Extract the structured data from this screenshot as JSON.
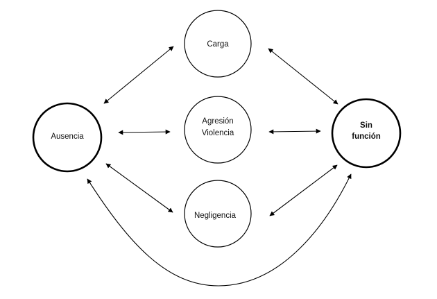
{
  "nodes": {
    "carga": {
      "label_lines": [
        "Carga"
      ]
    },
    "agresion": {
      "label_lines": [
        "Agresión",
        "Violencia"
      ]
    },
    "negligencia": {
      "label_lines": [
        "Negligencia"
      ]
    },
    "ausencia": {
      "label_lines": [
        "Ausencia"
      ]
    },
    "sin_funcion": {
      "label_lines": [
        "Sin",
        "función"
      ]
    }
  },
  "colors": {
    "stroke": "#000000",
    "text": "#111111",
    "background": "#ffffff"
  },
  "edges": [
    {
      "from": "ausencia",
      "to": "carga",
      "direction": "both"
    },
    {
      "from": "ausencia",
      "to": "agresion",
      "direction": "both"
    },
    {
      "from": "ausencia",
      "to": "negligencia",
      "direction": "both"
    },
    {
      "from": "carga",
      "to": "sin_funcion",
      "direction": "both"
    },
    {
      "from": "agresion",
      "to": "sin_funcion",
      "direction": "both"
    },
    {
      "from": "negligencia",
      "to": "sin_funcion",
      "direction": "both"
    },
    {
      "from": "ausencia",
      "to": "sin_funcion",
      "direction": "both",
      "shape": "curved-bottom"
    }
  ]
}
